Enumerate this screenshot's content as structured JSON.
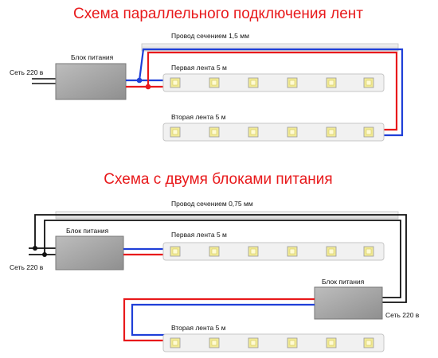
{
  "scheme1": {
    "title": "Схема параллельного подключения лент",
    "wire_label": "Провод сечением 1,5 мм",
    "psu_label": "Блок питания",
    "mains_label": "Сеть 220 в",
    "strip1_label": "Первая лента 5 м",
    "strip2_label": "Вторая лента 5 м"
  },
  "scheme2": {
    "title": "Схема с двумя блоками питания",
    "wire_label": "Провод сечением 0,75 мм",
    "psu1_label": "Блок питания",
    "psu2_label": "Блок питания",
    "mains1_label": "Сеть 220 в",
    "mains2_label": "Сеть 220 в",
    "strip1_label": "Первая лента 5 м",
    "strip2_label": "Вторая лента 5 м"
  },
  "colors": {
    "title": "#e8191b",
    "positive_wire": "#e8191b",
    "negative_wire": "#1f3fd8",
    "mains_wire": "#111111",
    "psu_fill": "#a7a7a7",
    "strip_fill": "#f1f1f1",
    "led_fill": "#f2eb95"
  },
  "icons": {
    "led": "led-chip-icon",
    "junction": "wire-junction-icon"
  }
}
